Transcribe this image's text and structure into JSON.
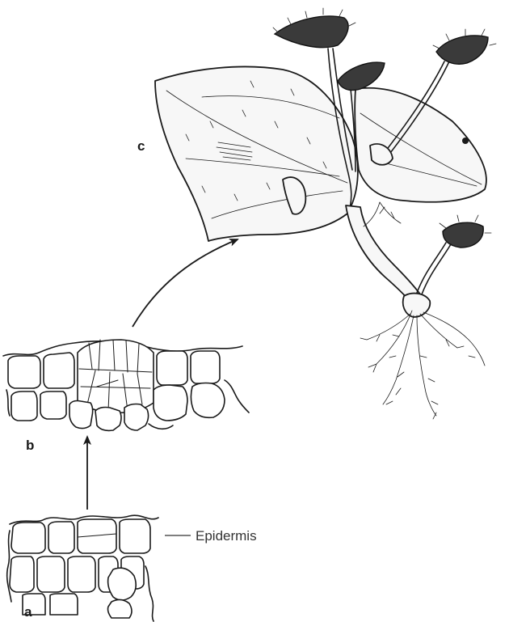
{
  "labels": {
    "a": "a",
    "b": "b",
    "c": "c",
    "epidermis": "Epidermis"
  }
}
